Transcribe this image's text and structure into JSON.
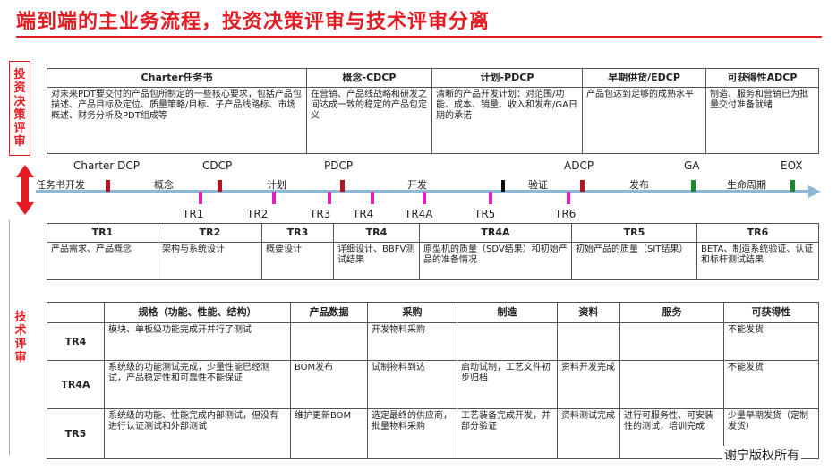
{
  "title": "端到端的主业务流程，投资决策评审与技术评审分离",
  "side_labels": {
    "investment": "投资决策评审",
    "technical": "技术评审"
  },
  "investment_table": {
    "headers": [
      "Charter任务书",
      "概念-CDCP",
      "计划-PDCP",
      "早期供货/EDCP",
      "可获得性ADCP"
    ],
    "cells": [
      "对未来PDT要交付的产品包所制定的一些核心要求，包括产品包描述、产品目标及定位、质量策略/目标、子产品线路标、市场概述、财务分析及PDT组成等",
      "在营销、产品线战略和研发之间达成一致的稳定的产品包定义",
      "清晰的产品开发计划：对范围/功能、成本、销量、收入和发布/GA日期的承诺",
      "产品包达到足够的成熟水平",
      "制造、服务和营销已为批量交付准备就绪"
    ]
  },
  "timeline": {
    "milestones": [
      "Charter DCP",
      "CDCP",
      "PDCP",
      "ADCP",
      "GA",
      "EOX"
    ],
    "phases": [
      "任务书开发",
      "概念",
      "计划",
      "开发",
      "验证",
      "发布",
      "生命周期"
    ],
    "tr_points": [
      "TR1",
      "TR2",
      "TR3",
      "TR4",
      "TR4A",
      "TR5",
      "TR6"
    ]
  },
  "tr_table": {
    "headers": [
      "TR1",
      "TR2",
      "TR3",
      "TR4",
      "TR4A",
      "TR5",
      "TR6"
    ],
    "cells": [
      "产品需求、产品概念",
      "架构与系统设计",
      "概要设计",
      "详细设计、BBFV测试结果",
      "原型机的质量（SDV结果）和初始产品的准备情况",
      "初始产品的质量（SIT结果）",
      "BETA、制造系统验证、认证和标杆测试结果"
    ]
  },
  "tech_table": {
    "headers": [
      "",
      "规格（功能、性能、结构）",
      "产品数据",
      "采购",
      "制造",
      "资料",
      "服务",
      "可获得性"
    ],
    "rows": [
      {
        "label": "TR4",
        "cells": [
          "模块、单板级功能完成开并行了测试",
          "",
          "开发物料采购",
          "",
          "",
          "",
          "不能发货"
        ]
      },
      {
        "label": "TR4A",
        "cells": [
          "系统级的功能测试完成，少量性能已经测试，产品稳定性和可靠性不能保证",
          "BOM发布",
          "试制物料到达",
          "启动试制，工艺文件初步归档",
          "资料开发完成",
          "",
          "不能发货"
        ]
      },
      {
        "label": "TR5",
        "cells": [
          "系统级的功能、性能完成内部测试，但没有进行认证测试和外部测试",
          "维护更新BOM",
          "选定最终的供应商，批量物料采购",
          "工艺装备完成开发，并部分验证",
          "资料测试完成",
          "进行可服务性、可安装性的测试，培训完成",
          "少量早期发货（定制发货）"
        ]
      }
    ]
  },
  "watermark": "谢宁版权所有",
  "colors": {
    "accent": "#e31b23",
    "tr_marker": "#e020c0",
    "dcp_marker": "#b0181e",
    "ga_marker": "#1a8a2a",
    "axis": "#8fb8d8"
  }
}
